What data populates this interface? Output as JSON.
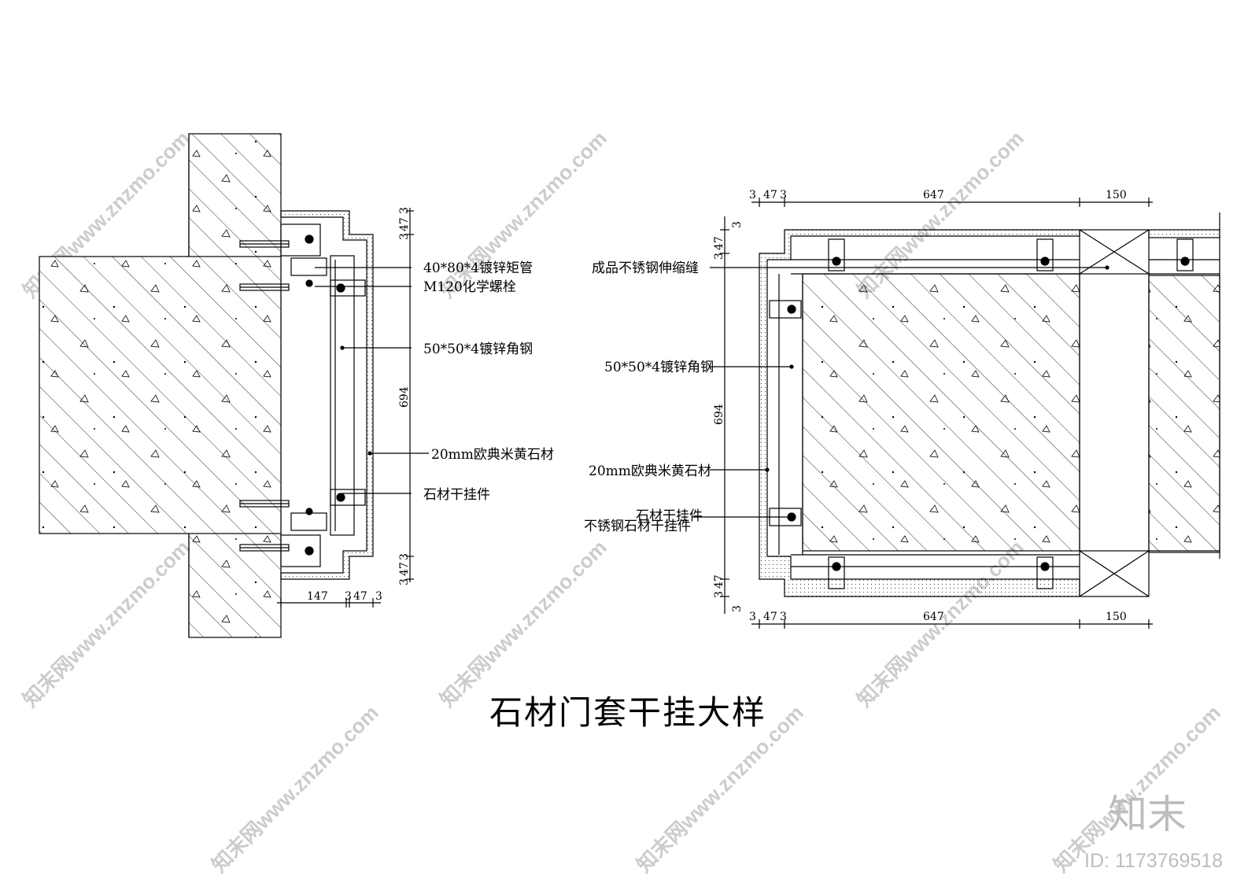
{
  "left_section": {
    "labels": {
      "rect_tube": "40*80*4镀锌矩管",
      "chem_bolt": "M120化学螺栓",
      "angle_steel": "50*50*4镀锌角钢",
      "stone": "20mm欧典米黄石材",
      "hanger": "石材干挂件"
    },
    "dims": {
      "top_3": "3",
      "top_47": "47",
      "top_3b": "3",
      "height": "694",
      "bot_3": "3",
      "bot_47": "47",
      "bot_3b": "3",
      "w_147": "147",
      "w_3": "3",
      "w_47": "47",
      "w_3b": "3"
    }
  },
  "right_section": {
    "labels": {
      "joint": "成品不锈钢伸缩缝",
      "angle_steel": "50*50*4镀锌角钢",
      "stone": "20mm欧典米黄石材",
      "hanger": "石材干挂件",
      "ss_hanger": "不锈钢石材干挂件"
    },
    "dims": {
      "top_3": "3",
      "top_47": "47",
      "top_3b": "3",
      "top_647": "647",
      "top_150": "150",
      "bot_3": "3",
      "bot_47": "47",
      "bot_3b": "3",
      "bot_647": "647",
      "bot_150": "150",
      "v_3": "3",
      "v_47": "47",
      "v_3b": "3",
      "v_694": "694",
      "v_47b": "47",
      "v_3c": "3",
      "v_3d": "3"
    }
  },
  "title": "石材门套干挂大样",
  "watermark": "知末网www.znzmo.com",
  "brand": "知末",
  "id_text": "ID: 1173769518",
  "colors": {
    "line": "#000000",
    "watermark": "#cccccc"
  }
}
